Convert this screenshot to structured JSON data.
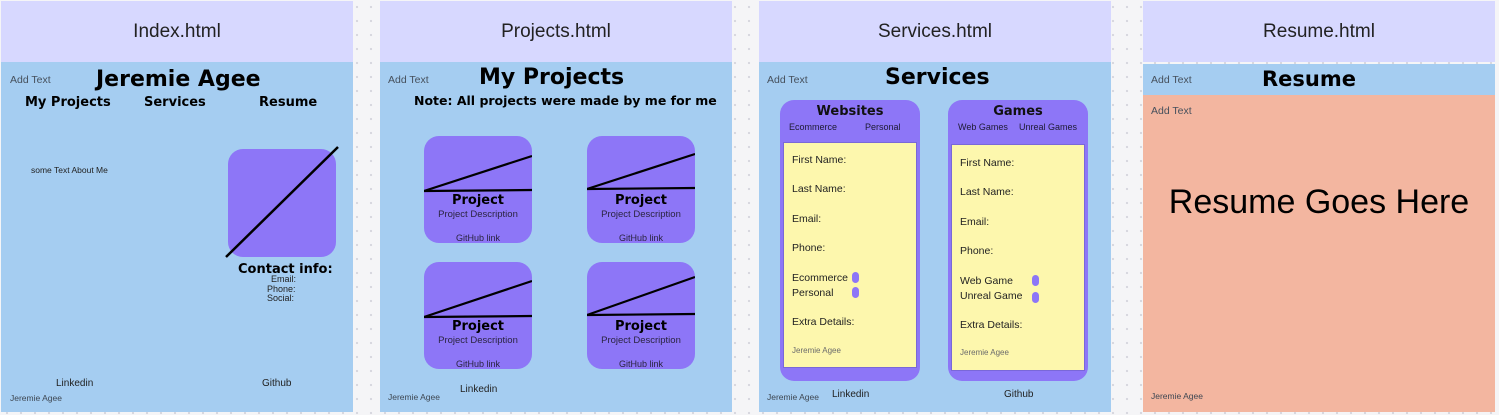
{
  "frames": {
    "index": {
      "title": "Index.html",
      "add_text": "Add Text",
      "heading": "Jeremie Agee",
      "nav": [
        "My Projects",
        "Services",
        "Resume"
      ],
      "about": "some Text About Me",
      "contact_title": "Contact info:",
      "contact_fields": [
        "Email:",
        "Phone:",
        "Social:"
      ],
      "linkedin": "Linkedin",
      "github": "Github",
      "footer": "Jeremie Agee"
    },
    "projects": {
      "title": "Projects.html",
      "add_text": "Add Text",
      "heading": "My Projects",
      "note": "Note: All projects were made by me for me",
      "cards": [
        {
          "title": "Project",
          "description": "Project Description",
          "link": "GitHub link"
        },
        {
          "title": "Project",
          "description": "Project Description",
          "link": "GitHub link"
        },
        {
          "title": "Project",
          "description": "Project Description",
          "link": "GitHub link"
        },
        {
          "title": "Project",
          "description": "Project Description",
          "link": "GitHub link"
        }
      ],
      "linkedin": "Linkedin",
      "footer": "Jeremie Agee"
    },
    "services": {
      "title": "Services.html",
      "add_text": "Add Text",
      "heading": "Services",
      "panels": [
        {
          "title": "Websites",
          "tabs": [
            "Ecommerce",
            "Personal"
          ],
          "fields": [
            "First Name:",
            "Last Name:",
            "Email:",
            "Phone:"
          ],
          "options": [
            "Ecommerce",
            "Personal"
          ],
          "extra": "Extra Details:",
          "signature": "Jeremie Agee"
        },
        {
          "title": "Games",
          "tabs": [
            "Web Games",
            "Unreal Games"
          ],
          "fields": [
            "First Name:",
            "Last Name:",
            "Email:",
            "Phone:"
          ],
          "options": [
            "Web Game",
            "Unreal Game"
          ],
          "extra": "Extra Details:",
          "signature": "Jeremie Agee"
        }
      ],
      "linkedin": "Linkedin",
      "github": "Github",
      "footer": "Jeremie Agee"
    },
    "resume": {
      "title": "Resume.html",
      "add_text_top": "Add Text",
      "heading": "Resume",
      "add_text_body": "Add Text",
      "placeholder": "Resume Goes Here",
      "footer": "Jeremie Agee"
    }
  },
  "colors": {
    "title_bar": "#d7d8ff",
    "page_body": "#a5cdf1",
    "accent_purple": "#8d76f7",
    "form_yellow": "#fdf7ad",
    "resume_salmon": "#f3b6a0"
  }
}
